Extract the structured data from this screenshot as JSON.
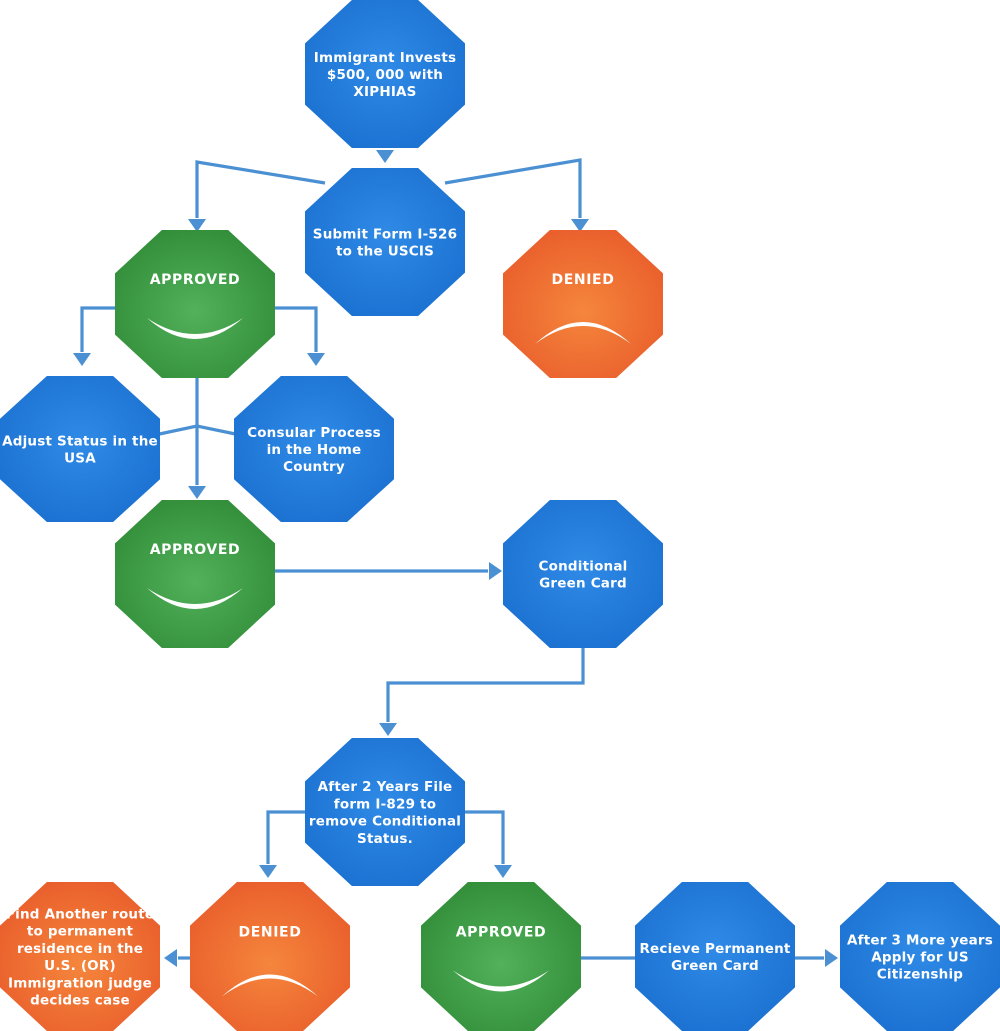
{
  "colors": {
    "blue": "#1a6fcf",
    "blue_light": "#2f8ae6",
    "green": "#2f8a36",
    "green_light": "#52b15a",
    "orange": "#e85a2a",
    "orange_light": "#f5863c",
    "arrow": "#4a90d2",
    "text": "#ffffff"
  },
  "nodes": {
    "invest": {
      "lines": [
        "Immigrant Invests",
        "$500, 000 with",
        "XIPHIAS"
      ]
    },
    "submit_i526": {
      "lines": [
        "Submit Form I-526",
        "to the USCIS"
      ]
    },
    "approved_1": {
      "lines": [
        "APPROVED"
      ]
    },
    "denied_1": {
      "lines": [
        "DENIED"
      ]
    },
    "adjust_status": {
      "lines": [
        "Adjust Status in the",
        "USA"
      ]
    },
    "consular_process": {
      "lines": [
        "Consular Process",
        "in the Home",
        "Country"
      ]
    },
    "approved_2": {
      "lines": [
        "APPROVED"
      ]
    },
    "conditional_green_card": {
      "lines": [
        "Conditional",
        "Green Card"
      ]
    },
    "file_i829": {
      "lines": [
        "After 2 Years File",
        "form I-829 to",
        "remove Conditional",
        "Status."
      ]
    },
    "denied_2": {
      "lines": [
        "DENIED"
      ]
    },
    "approved_3": {
      "lines": [
        "APPROVED"
      ]
    },
    "permanent_green_card": {
      "lines": [
        "Recieve Permanent",
        "Green Card"
      ]
    },
    "citizenship": {
      "lines": [
        "After 3 More years",
        "Apply for US",
        "Citizenship"
      ]
    },
    "another_route": {
      "lines": [
        "Find Another route",
        "to permanent",
        "residence in the",
        "U.S. (OR)",
        "Immigration judge",
        "decides case"
      ]
    }
  }
}
